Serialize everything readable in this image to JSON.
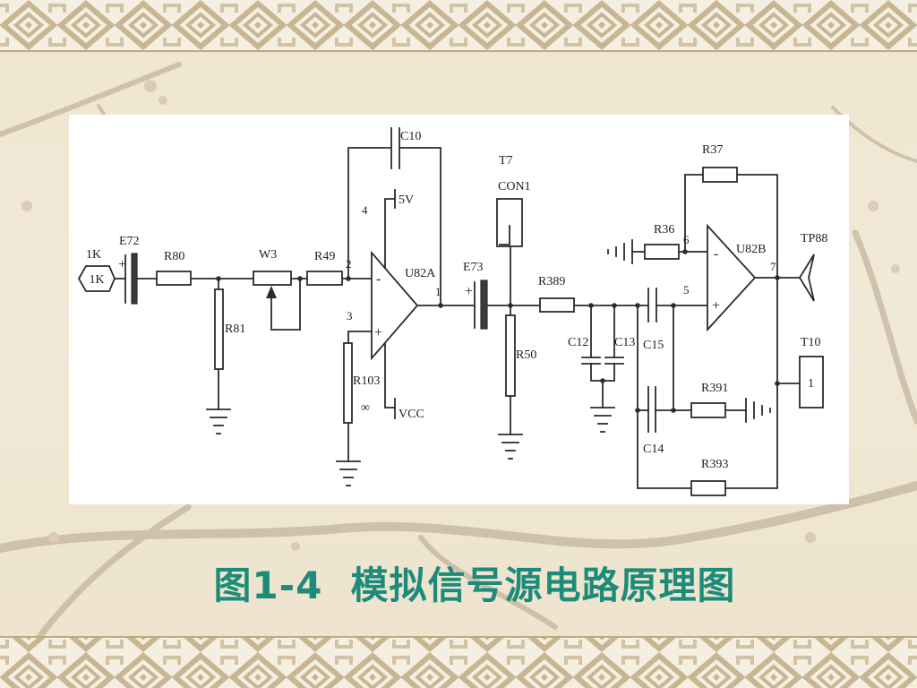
{
  "slide": {
    "caption": "图1-4  模拟信号源电路原理图"
  },
  "schematic": {
    "labels": {
      "connector_label": "1K",
      "connector_text": "1K",
      "e72": "E72",
      "e72_polarity": "+",
      "r80": "R80",
      "w3": "W3",
      "r49": "R49",
      "r81": "R81",
      "u82a_pin2": "2",
      "c10": "C10",
      "u82a_pin4": "4",
      "supply_5v": "5V",
      "u82a": "U82A",
      "u82a_minus": "-",
      "u82a_plus": "+",
      "u82a_pin1": "1",
      "u82a_pin3": "3",
      "r103": "R103",
      "u82a_pin_bottom": "∞",
      "supply_vcc": "VCC",
      "e73_polarity": "+",
      "e73": "E73",
      "t7": "T7",
      "con1": "CON1",
      "r50": "R50",
      "r389": "R389",
      "c12": "C12",
      "c13": "C13",
      "c15": "C15",
      "r36": "R36",
      "u82b_pin6": "6",
      "u82b": "U82B",
      "u82b_minus": "-",
      "u82b_plus": "+",
      "r37": "R37",
      "tp88": "TP88",
      "u82b_pin7": "7",
      "u82b_pin5": "5",
      "t10": "T10",
      "t10_pin": "1",
      "r391": "R391",
      "c14": "C14",
      "r393": "R393"
    }
  },
  "colors": {
    "caption": "#1d8b79",
    "background": "#efe7d4",
    "border_motif": "#c8b693",
    "ink": "#2c2c2c",
    "panel": "#ffffff"
  }
}
